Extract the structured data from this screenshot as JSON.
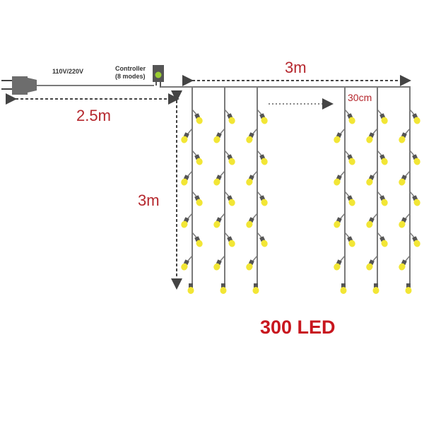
{
  "labels": {
    "voltage": "110V/220V",
    "controller_line1": "Controller",
    "controller_line2": "(8 modes)",
    "lead_length": "2.5m",
    "width": "3m",
    "height": "3m",
    "spacing": "30cm",
    "led_count": "300 LED"
  },
  "colors": {
    "wire": "#7a7a7a",
    "bulb": "#f2e635",
    "cap": "#555555",
    "controller_led": "#9acd32",
    "text_red": "#b5272d"
  }
}
